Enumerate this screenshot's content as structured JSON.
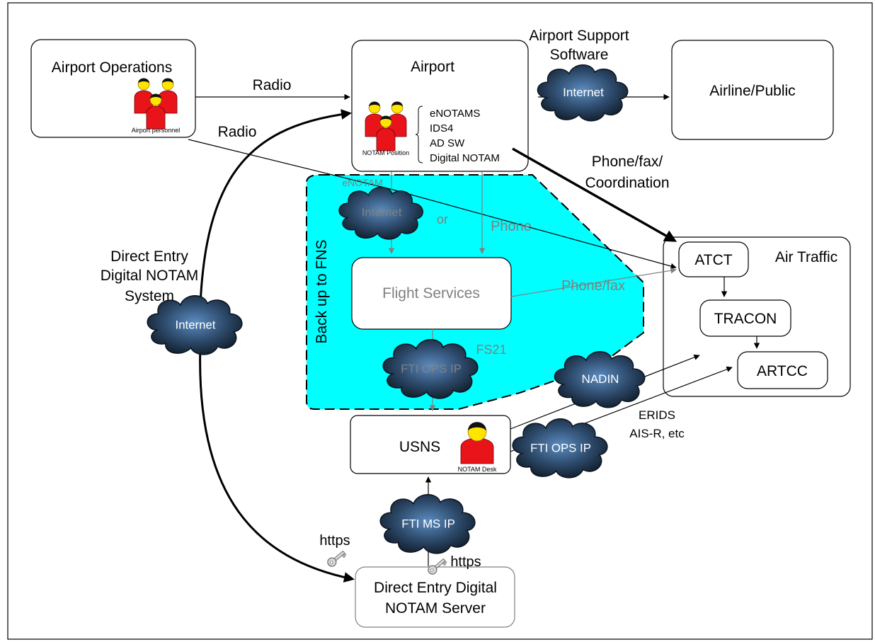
{
  "colors": {
    "backup_zone": "#00ffff",
    "person_red": "#e8141a",
    "person_head": "#ffe400",
    "cloud_dark": "#1b2a3a",
    "cloud_light": "#4f7fb0",
    "grey_text": "#808080"
  },
  "nodes": {
    "airport_operations": {
      "title": "Airport Operations",
      "caption": "Airport personnel"
    },
    "airport": {
      "title": "Airport",
      "caption": "NOTAM Position",
      "systems": [
        "eNOTAMS",
        "IDS4",
        "AD SW",
        "Digital NOTAM"
      ]
    },
    "airline_public": {
      "title": "Airline/Public"
    },
    "flight_services": {
      "title": "Flight Services"
    },
    "usns": {
      "title": "USNS",
      "caption": "NOTAM Desk"
    },
    "server": {
      "line1": "Direct Entry Digital",
      "line2": "NOTAM Server"
    },
    "air_traffic": {
      "title": "Air Traffic",
      "atct": "ATCT",
      "tracon": "TRACON",
      "artcc": "ARTCC"
    }
  },
  "clouds": {
    "support_internet": "Internet",
    "backup_internet": "Internet",
    "direct_entry_internet": "Internet",
    "fti_ops_fs": "FTI OPS IP",
    "nadin": "NADIN",
    "fti_ops_usns": "FTI OPS IP",
    "fti_ms": "FTI MS IP"
  },
  "labels": {
    "radio_top": "Radio",
    "radio_lower": "Radio",
    "support_line1": "Airport Support",
    "support_line2": "Software",
    "phone_fax_coord_1": "Phone/fax/",
    "phone_fax_coord_2": "Coordination",
    "enotam": "eNOTAM",
    "or": "or",
    "phone": "Phone",
    "phone_fax": "Phone/fax",
    "backup": "Back up to FNS",
    "fs21": "FS21",
    "erids_1": "ERIDS",
    "erids_2": "AIS-R, etc",
    "direct_entry_1": "Direct Entry",
    "direct_entry_2": "Digital NOTAM",
    "direct_entry_3": "System",
    "https_left": "https",
    "https_right": "https"
  }
}
